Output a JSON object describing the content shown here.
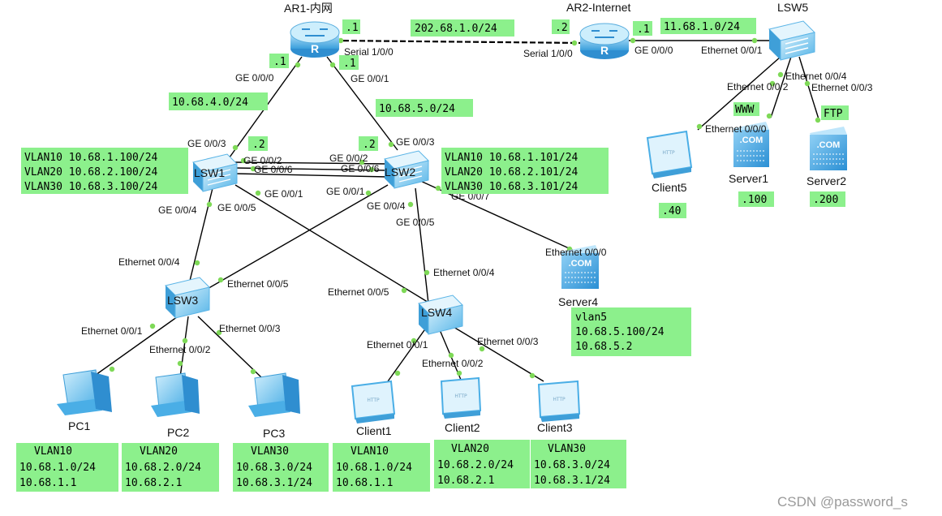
{
  "devices": {
    "ar1": "AR1-内网",
    "ar2": "AR2-Internet",
    "lsw5": "LSW5",
    "lsw1": "LSW1",
    "lsw2": "LSW2",
    "lsw3": "LSW3",
    "lsw4": "LSW4",
    "client5": "Client5",
    "server1": "Server1",
    "server2": "Server2",
    "server4": "Server4",
    "pc1": "PC1",
    "pc2": "PC2",
    "pc3": "PC3",
    "client1": "Client1",
    "client2": "Client2",
    "client3": "Client3",
    "router_glyph": "R",
    "http_glyph": "HTTP",
    "com_glyph": ".COM"
  },
  "tags": {
    "ar1_serial": ".1",
    "ar2_serial": ".2",
    "ar2_ge": ".1",
    "ar1_ge0": ".1",
    "ar1_ge1": ".1",
    "lsw1_ge3": ".2",
    "lsw2_ge3": ".2",
    "client5_ip": ".40",
    "server1_ip": ".100",
    "server2_ip": ".200",
    "www": "WWW",
    "ftp": "FTP"
  },
  "networks": {
    "serial_link": "202.68.1.0/24",
    "internet_link": "11.68.1.0/24",
    "ar1_lsw1": "10.68.4.0/24",
    "ar1_lsw2": "10.68.5.0/24"
  },
  "ports": {
    "ar1_serial": "Serial 1/0/0",
    "ar2_serial": "Serial 1/0/0",
    "ar2_ge": "GE 0/0/0",
    "lsw5_e1": "Ethernet 0/0/1",
    "lsw5_e4": "Ethernet 0/0/4",
    "lsw5_e2": "Ethernet 0/0/2",
    "lsw5_e3": "Ethernet 0/0/3",
    "server1_e0": "Ethernet 0/0/0",
    "ar1_ge0": "GE 0/0/0",
    "ar1_ge1": "GE 0/0/1",
    "lsw1_ge3": "GE 0/0/3",
    "lsw2_ge3": "GE 0/0/3",
    "lsw1_ge2": "GE 0/0/2",
    "lsw1_ge6": "GE 0/0/6",
    "lsw2_ge2": "GE 0/0/2",
    "lsw2_ge6": "GE 0/0/6",
    "lsw1_ge1": "GE 0/0/1",
    "lsw2_ge1": "GE 0/0/1",
    "lsw2_ge7": "GE 0/0/7",
    "lsw1_ge4": "GE 0/0/4",
    "lsw1_ge5": "GE 0/0/5",
    "lsw2_ge4": "GE 0/0/4",
    "lsw2_ge5": "GE 0/0/5",
    "server4_e0": "Ethernet 0/0/0",
    "lsw3_e4": "Ethernet 0/0/4",
    "lsw3_e5": "Ethernet 0/0/5",
    "lsw4_e5": "Ethernet 0/0/5",
    "lsw4_e4": "Ethernet 0/0/4",
    "lsw3_e1": "Ethernet 0/0/1",
    "lsw3_e2": "Ethernet 0/0/2",
    "lsw3_e3": "Ethernet 0/0/3",
    "lsw4_e1": "Ethernet 0/0/1",
    "lsw4_e2": "Ethernet 0/0/2",
    "lsw4_e3": "Ethernet 0/0/3"
  },
  "info_boxes": {
    "lsw1": [
      "VLAN10 10.68.1.100/24",
      "VLAN20 10.68.2.100/24",
      "VLAN30 10.68.3.100/24"
    ],
    "lsw2": [
      "VLAN10 10.68.1.101/24",
      "VLAN20 10.68.2.101/24",
      "VLAN30 10.68.3.101/24"
    ],
    "server4": [
      "vlan5",
      "10.68.5.100/24",
      "10.68.5.2"
    ],
    "pc1": [
      "VLAN10",
      "10.68.1.0/24",
      "10.68.1.1"
    ],
    "pc2": [
      "VLAN20",
      "10.68.2.0/24",
      "10.68.2.1"
    ],
    "pc3": [
      "VLAN30",
      "10.68.3.0/24",
      "10.68.3.1/24"
    ],
    "client1": [
      "VLAN10",
      "10.68.1.0/24",
      "10.68.1.1"
    ],
    "client2": [
      "VLAN20",
      "10.68.2.0/24",
      "10.68.2.1"
    ],
    "client3": [
      "VLAN30",
      "10.68.3.0/24",
      "10.68.3.1/24"
    ]
  },
  "watermark": "CSDN @password_s",
  "colors": {
    "tag_bg": "#8cf08c",
    "link": "#000000",
    "port_dot": "#7ed957",
    "device_blue": "#5ab4e6"
  }
}
